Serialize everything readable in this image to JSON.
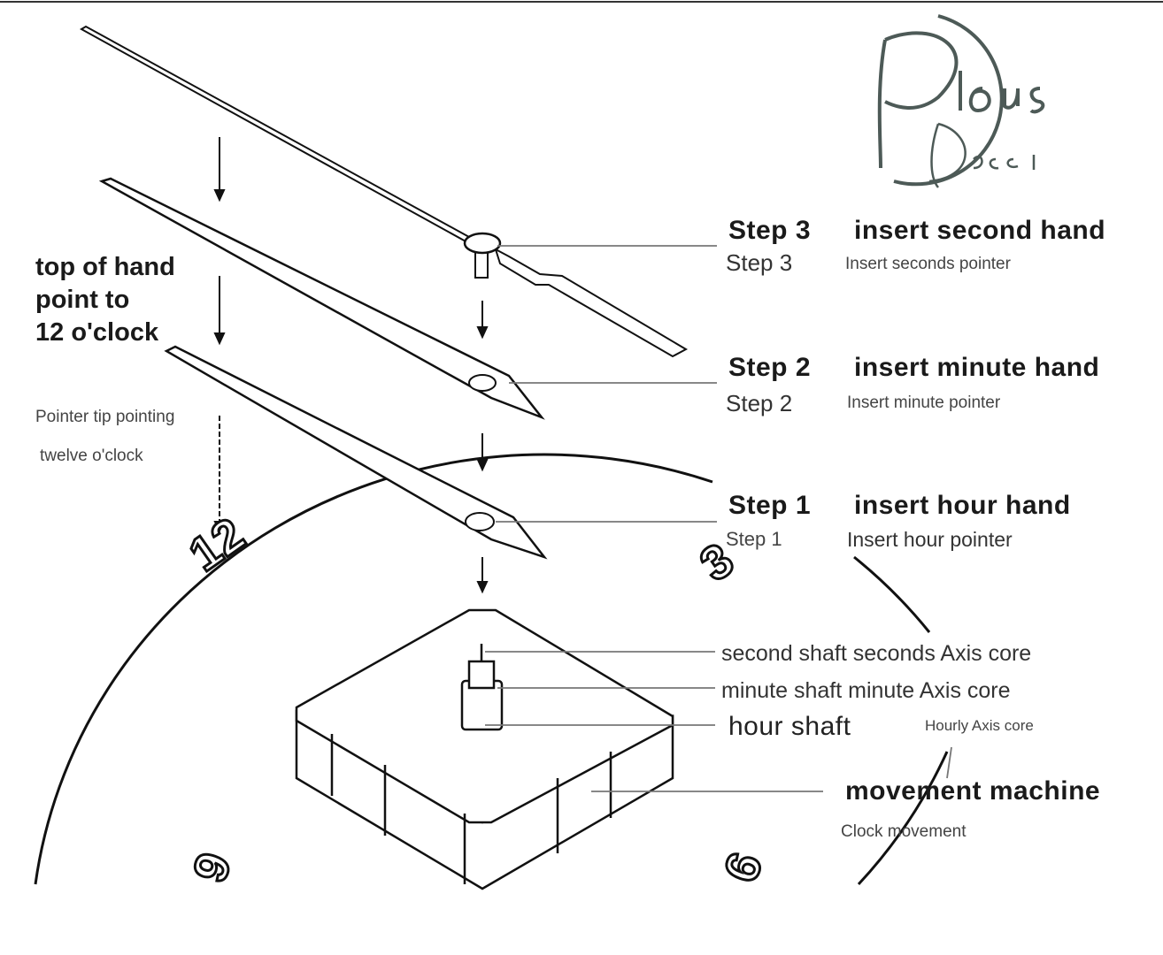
{
  "logo": {
    "text": "Pious Decor",
    "color": "#4d5a57"
  },
  "left_note": {
    "line1": "top of hand",
    "line2": "point to",
    "line3": "12 o'clock",
    "sub1": "Pointer tip pointing",
    "sub2": "twelve o'clock"
  },
  "steps": [
    {
      "step": "Step 3",
      "title": "insert second hand",
      "step_small": "Step 3",
      "desc": "Insert seconds pointer"
    },
    {
      "step": "Step 2",
      "title": "insert minute hand",
      "step_small": "Step 2",
      "desc": "Insert minute pointer"
    },
    {
      "step": "Step 1",
      "title": "insert hour hand",
      "step_small": "Step 1",
      "desc": "Insert hour pointer"
    }
  ],
  "parts": {
    "second_shaft": "second shaft seconds Axis core",
    "minute_shaft": "minute shaft minute Axis core",
    "hour_shaft": "hour shaft",
    "hour_shaft_desc": "Hourly Axis core",
    "movement": "movement  machine",
    "movement_desc": "Clock movement"
  },
  "dial_numbers": {
    "n12": "12",
    "n3": "3",
    "n9": "9",
    "n6": "6"
  }
}
